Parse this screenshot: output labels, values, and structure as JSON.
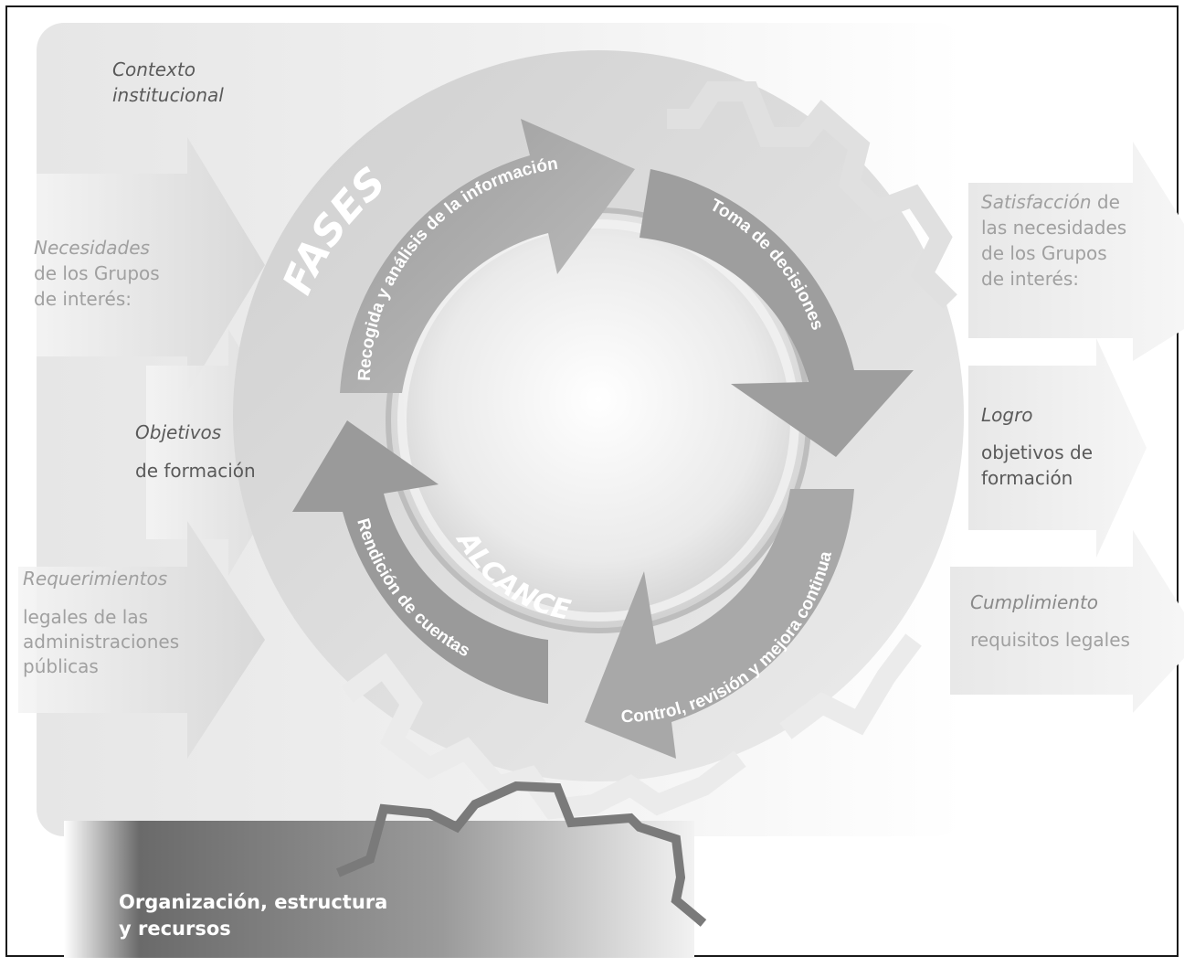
{
  "context_label": {
    "line1": "Contexto",
    "line2": "institucional"
  },
  "inputs": {
    "necesidades": {
      "emph": "Necesidades",
      "line2": "de los Grupos",
      "line3": "de interés:"
    },
    "objetivos": {
      "emph": "Objetivos",
      "line2": "de formación"
    },
    "requerimientos": {
      "emph": "Requerimientos",
      "line2": "legales de las",
      "line3": "administraciones",
      "line4": "públicas"
    }
  },
  "outputs": {
    "satisfaccion": {
      "emph": "Satisfacción",
      "rest1": " de",
      "line2": "las necesidades",
      "line3": "de los Grupos",
      "line4": "de interés:"
    },
    "logro": {
      "emph": "Logro",
      "line2": "objetivos de",
      "line3": "formación"
    },
    "cumplimiento": {
      "emph": "Cumplimiento",
      "line2": "requisitos legales"
    }
  },
  "cycle": {
    "outer_title": "FASES",
    "inner_title": "ALCANCE",
    "phases": [
      "Recogida y análisis de la información",
      "Toma de decisiones",
      "Control, revisión y mejora continua",
      "Rendición de cuentas"
    ]
  },
  "footer": {
    "line1": "Organización, estructura",
    "line2": "y recursos"
  },
  "colors": {
    "gear": "#d9d9d9",
    "arrow_light": "#b4b4b4",
    "arrow_dark": "#8c8c8c",
    "footer_band": "#6e6e6e"
  }
}
